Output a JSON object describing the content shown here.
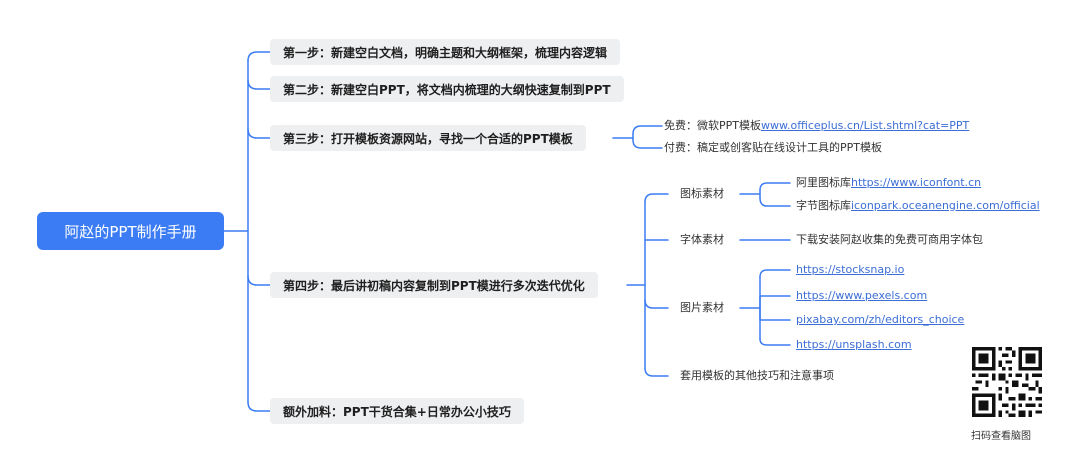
{
  "root": {
    "label": "阿赵的PPT制作手册"
  },
  "steps": [
    {
      "label": "第一步：新建空白文档，明确主题和大纲框架，梳理内容逻辑"
    },
    {
      "label": "第二步：新建空白PPT，将文档内梳理的大纲快速复制到PPT"
    },
    {
      "label": "第三步：打开模板资源网站，寻找一个合适的PPT模板",
      "children": [
        {
          "prefix": "免费：微软PPT模板",
          "link": "www.officeplus.cn/List.shtml?cat=PPT"
        },
        {
          "text": "付费：稿定或创客贴在线设计工具的PPT模板"
        }
      ]
    },
    {
      "label": "第四步：最后讲初稿内容复制到PPT模进行多次迭代优化",
      "children": [
        {
          "label": "图标素材",
          "children": [
            {
              "prefix": "阿里图标库",
              "link": "https://www.iconfont.cn"
            },
            {
              "prefix": "字节图标库",
              "link": "iconpark.oceanengine.com/official"
            }
          ]
        },
        {
          "label": "字体素材",
          "children": [
            {
              "text": "下载安装阿赵收集的免费可商用字体包"
            }
          ]
        },
        {
          "label": "图片素材",
          "children": [
            {
              "link": "https://stocksnap.io"
            },
            {
              "link": "https://www.pexels.com"
            },
            {
              "link": "pixabay.com/zh/editors_choice"
            },
            {
              "link": "https://unsplash.com"
            }
          ]
        },
        {
          "label": "套用模板的其他技巧和注意事项"
        }
      ]
    },
    {
      "label": "额外加料：PPT干货合集+日常办公小技巧"
    }
  ],
  "qr": {
    "caption": "扫码查看脑图"
  },
  "colors": {
    "root": "#3b7cf4",
    "branch": "#3b7cf4",
    "link": "#3b6ed6",
    "step_bg": "#eeeff1"
  }
}
